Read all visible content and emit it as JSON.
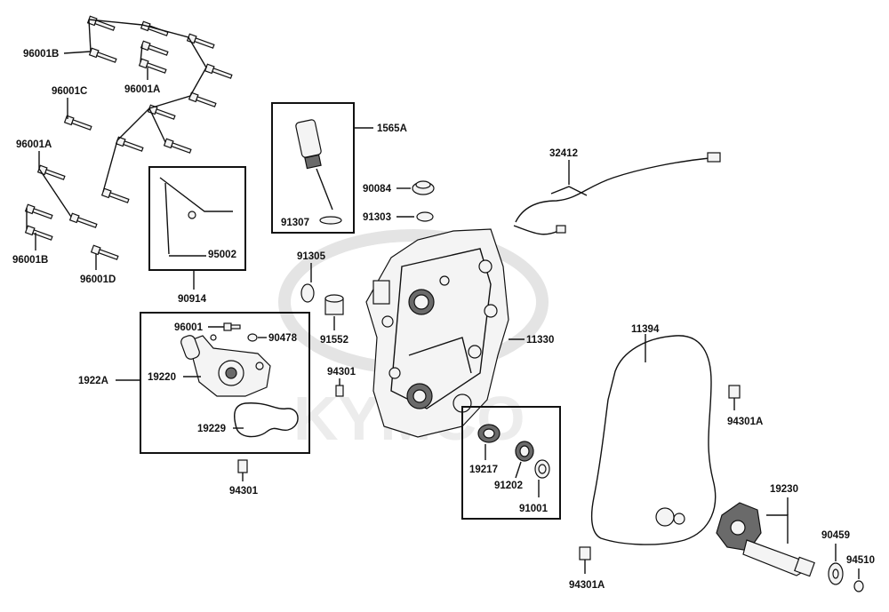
{
  "diagram": {
    "watermark": "KYMCO",
    "labels": {
      "p96001B_top": "96001B",
      "p96001A_top": "96001A",
      "p96001C": "96001C",
      "p96001A_left": "96001A",
      "p96001B_bottom": "96001B",
      "p96001D": "96001D",
      "p95002": "95002",
      "p90914": "90914",
      "p1565A": "1565A",
      "p91307": "91307",
      "p90084": "90084",
      "p91303": "91303",
      "p32412": "32412",
      "p91305": "91305",
      "p91552": "91552",
      "p11330": "11330",
      "p96001": "96001",
      "p90478": "90478",
      "p1922A": "1922A",
      "p19220": "19220",
      "p19229": "19229",
      "p94301_left": "94301",
      "p94301_mid": "94301",
      "p11394": "11394",
      "p94301A_right": "94301A",
      "p19217": "19217",
      "p91202": "91202",
      "p91001": "91001",
      "p19230": "19230",
      "p90459": "90459",
      "p94510": "94510",
      "p94301A_bottom": "94301A"
    }
  }
}
